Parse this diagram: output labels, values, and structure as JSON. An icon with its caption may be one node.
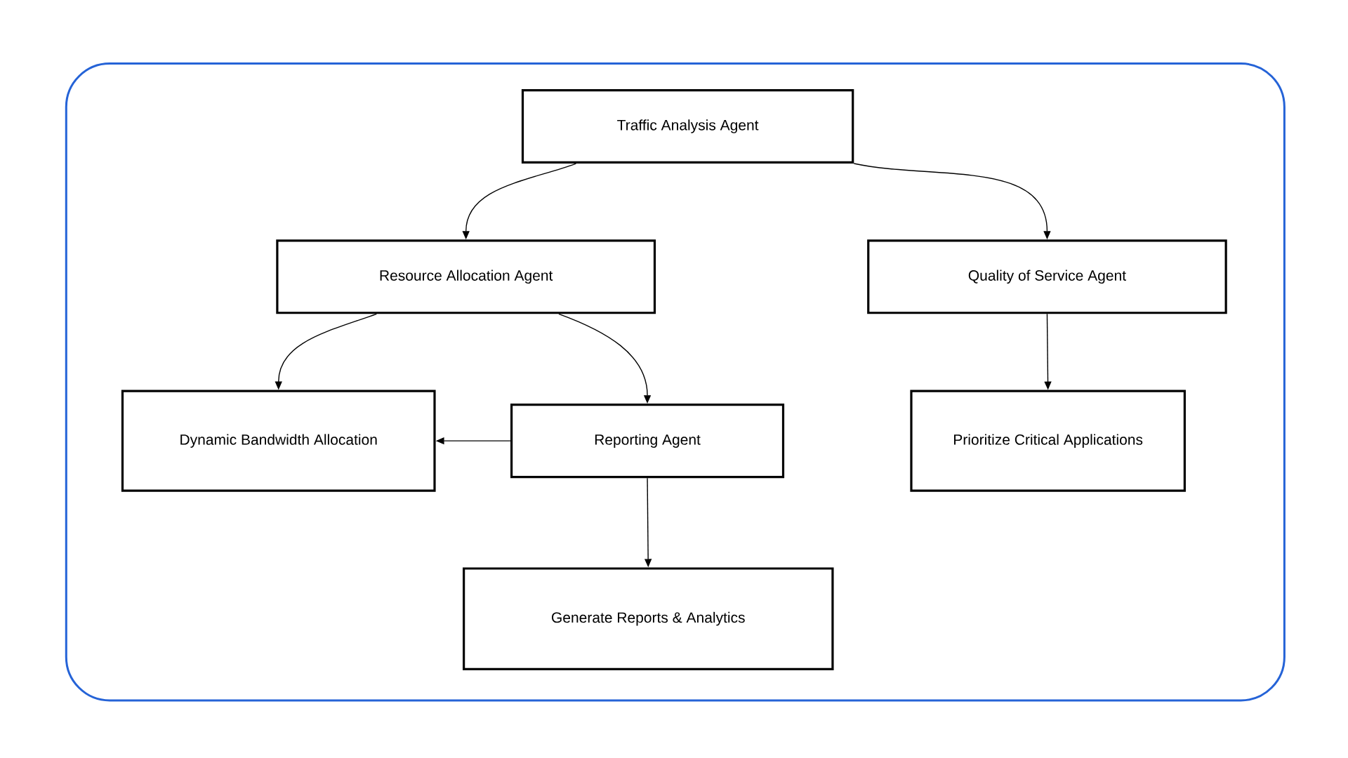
{
  "diagram": {
    "nodes": [
      {
        "text": [
          "Traffic Analysis Agent"
        ]
      },
      {
        "text": [
          "Resource Allocation Agent"
        ]
      },
      {
        "text": [
          "Quality of Service Agent"
        ]
      },
      {
        "text": [
          "Dynamic Bandwidth Allocation"
        ]
      },
      {
        "text": [
          "Reporting Agent"
        ]
      },
      {
        "text": [
          "Prioritize Critical Applications"
        ]
      },
      {
        "text": [
          "Generate Reports & Analytics"
        ]
      }
    ],
    "edges": [
      {
        "from": 0,
        "to": 1,
        "arrow": "to"
      },
      {
        "from": 0,
        "to": 2,
        "arrow": "to"
      },
      {
        "from": 1,
        "to": 3,
        "arrow": "to"
      },
      {
        "from": 1,
        "to": 4,
        "arrow": "to"
      },
      {
        "from": 2,
        "to": 5,
        "arrow": "to"
      },
      {
        "from": 4,
        "to": 3,
        "arrow": "to"
      },
      {
        "from": 4,
        "to": 6,
        "arrow": "to"
      }
    ]
  }
}
